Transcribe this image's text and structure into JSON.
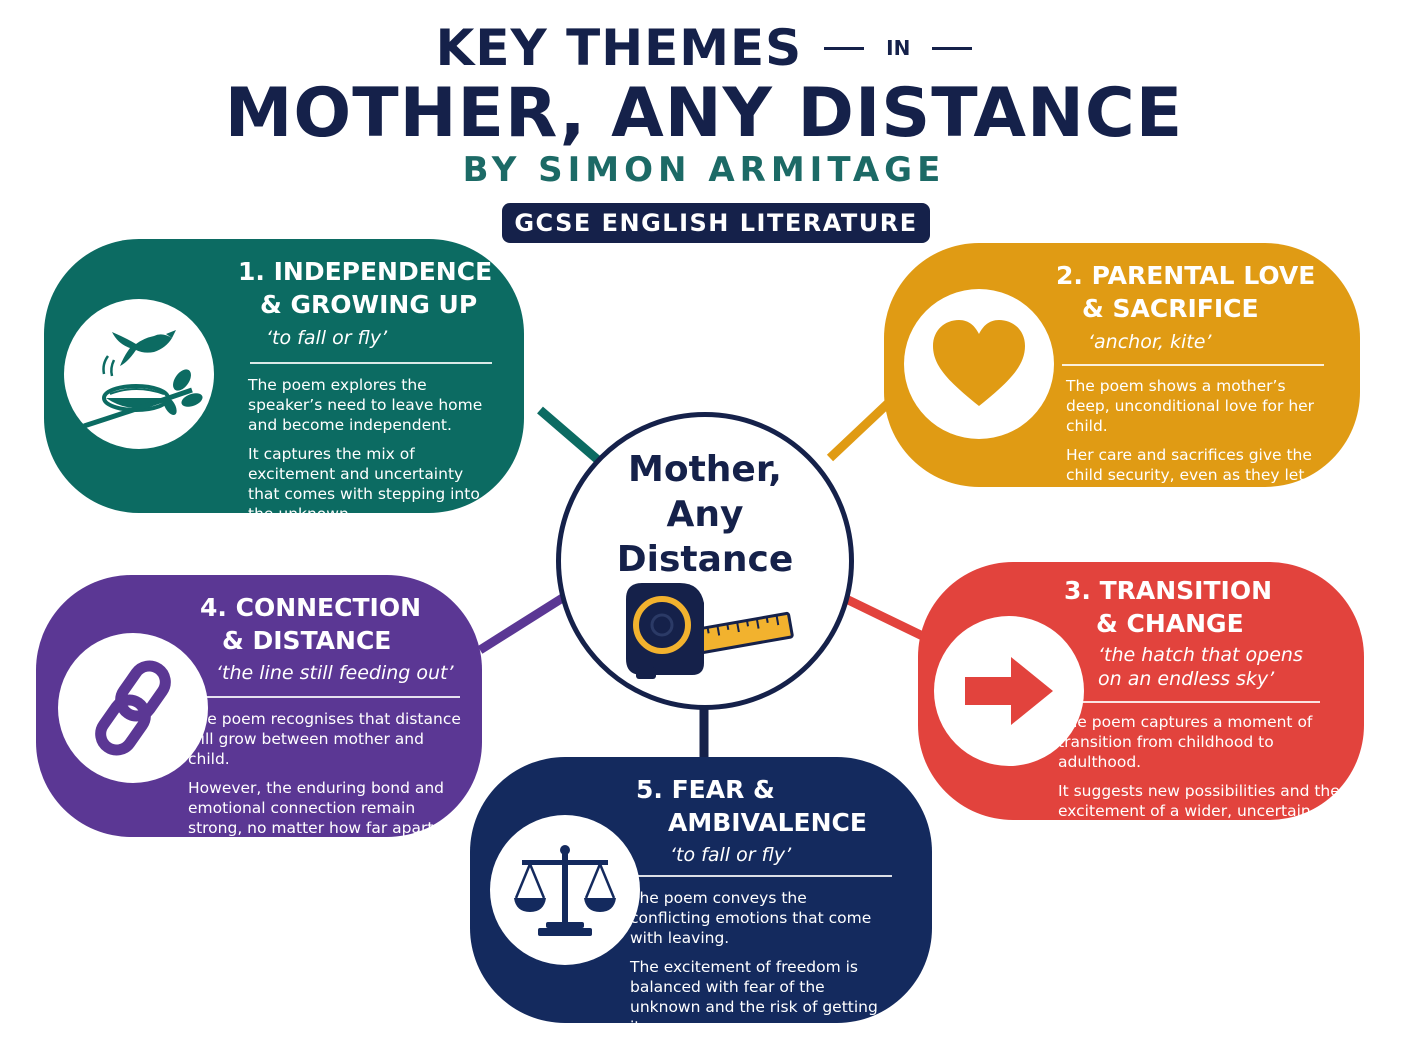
{
  "header": {
    "key_themes": "KEY THEMES",
    "in": "IN",
    "title": "MOTHER, ANY DISTANCE",
    "byline": "BY SIMON ARMITAGE",
    "badge": "GCSE ENGLISH LITERATURE"
  },
  "hub": {
    "line1": "Mother,",
    "line2": "Any",
    "line3": "Distance",
    "icon": "tape-measure-icon"
  },
  "colors": {
    "navy": "#15214a",
    "teal": "#0c6b62",
    "orange": "#e09b14",
    "red": "#e2433d",
    "purple": "#5b3794",
    "dark_blue": "#142a5e"
  },
  "themes": [
    {
      "title_line1": "1. INDEPENDENCE",
      "title_line2": "& GROWING UP",
      "quote": "‘to fall or fly’",
      "text1": "The poem explores the speaker’s need to leave home and become independent.",
      "text2": "It captures the mix of excitement and uncertainty that comes with stepping into the unknown.",
      "icon": "bird-nest-icon"
    },
    {
      "title_line1": "2. PARENTAL LOVE",
      "title_line2": "& SACRIFICE",
      "quote": "‘anchor, kite’",
      "text1": "The poem shows a mother’s deep, unconditional love for her child.",
      "text2": "Her care and sacrifices give the child security, even as they let go.",
      "icon": "heart-icon"
    },
    {
      "title_line1": "3. TRANSITION",
      "title_line2": "& CHANGE",
      "quote_line1": "‘the hatch that opens",
      "quote_line2": "on an endless sky’",
      "text1": "The poem captures a moment of transition from childhood to adulthood.",
      "text2": "It suggests new possibilities and the excitement of a wider, uncertain world.",
      "icon": "arrow-right-icon"
    },
    {
      "title_line1": "4. CONNECTION",
      "title_line2": "& DISTANCE",
      "quote": "‘the line still feeding out’",
      "text1": "The poem recognises that distance will grow between mother and child.",
      "text2": "However, the enduring bond and emotional connection remain strong, no matter how far apart they are.",
      "icon": "chain-link-icon"
    },
    {
      "title_line1": "5. FEAR &",
      "title_line2": "AMBIVALENCE",
      "quote": "‘to fall or fly’",
      "text1": "The poem conveys the conflicting emotions that come with leaving.",
      "text2": "The excitement of freedom is balanced with fear of the unknown and the risk of getting it wrong.",
      "icon": "scales-icon"
    }
  ]
}
